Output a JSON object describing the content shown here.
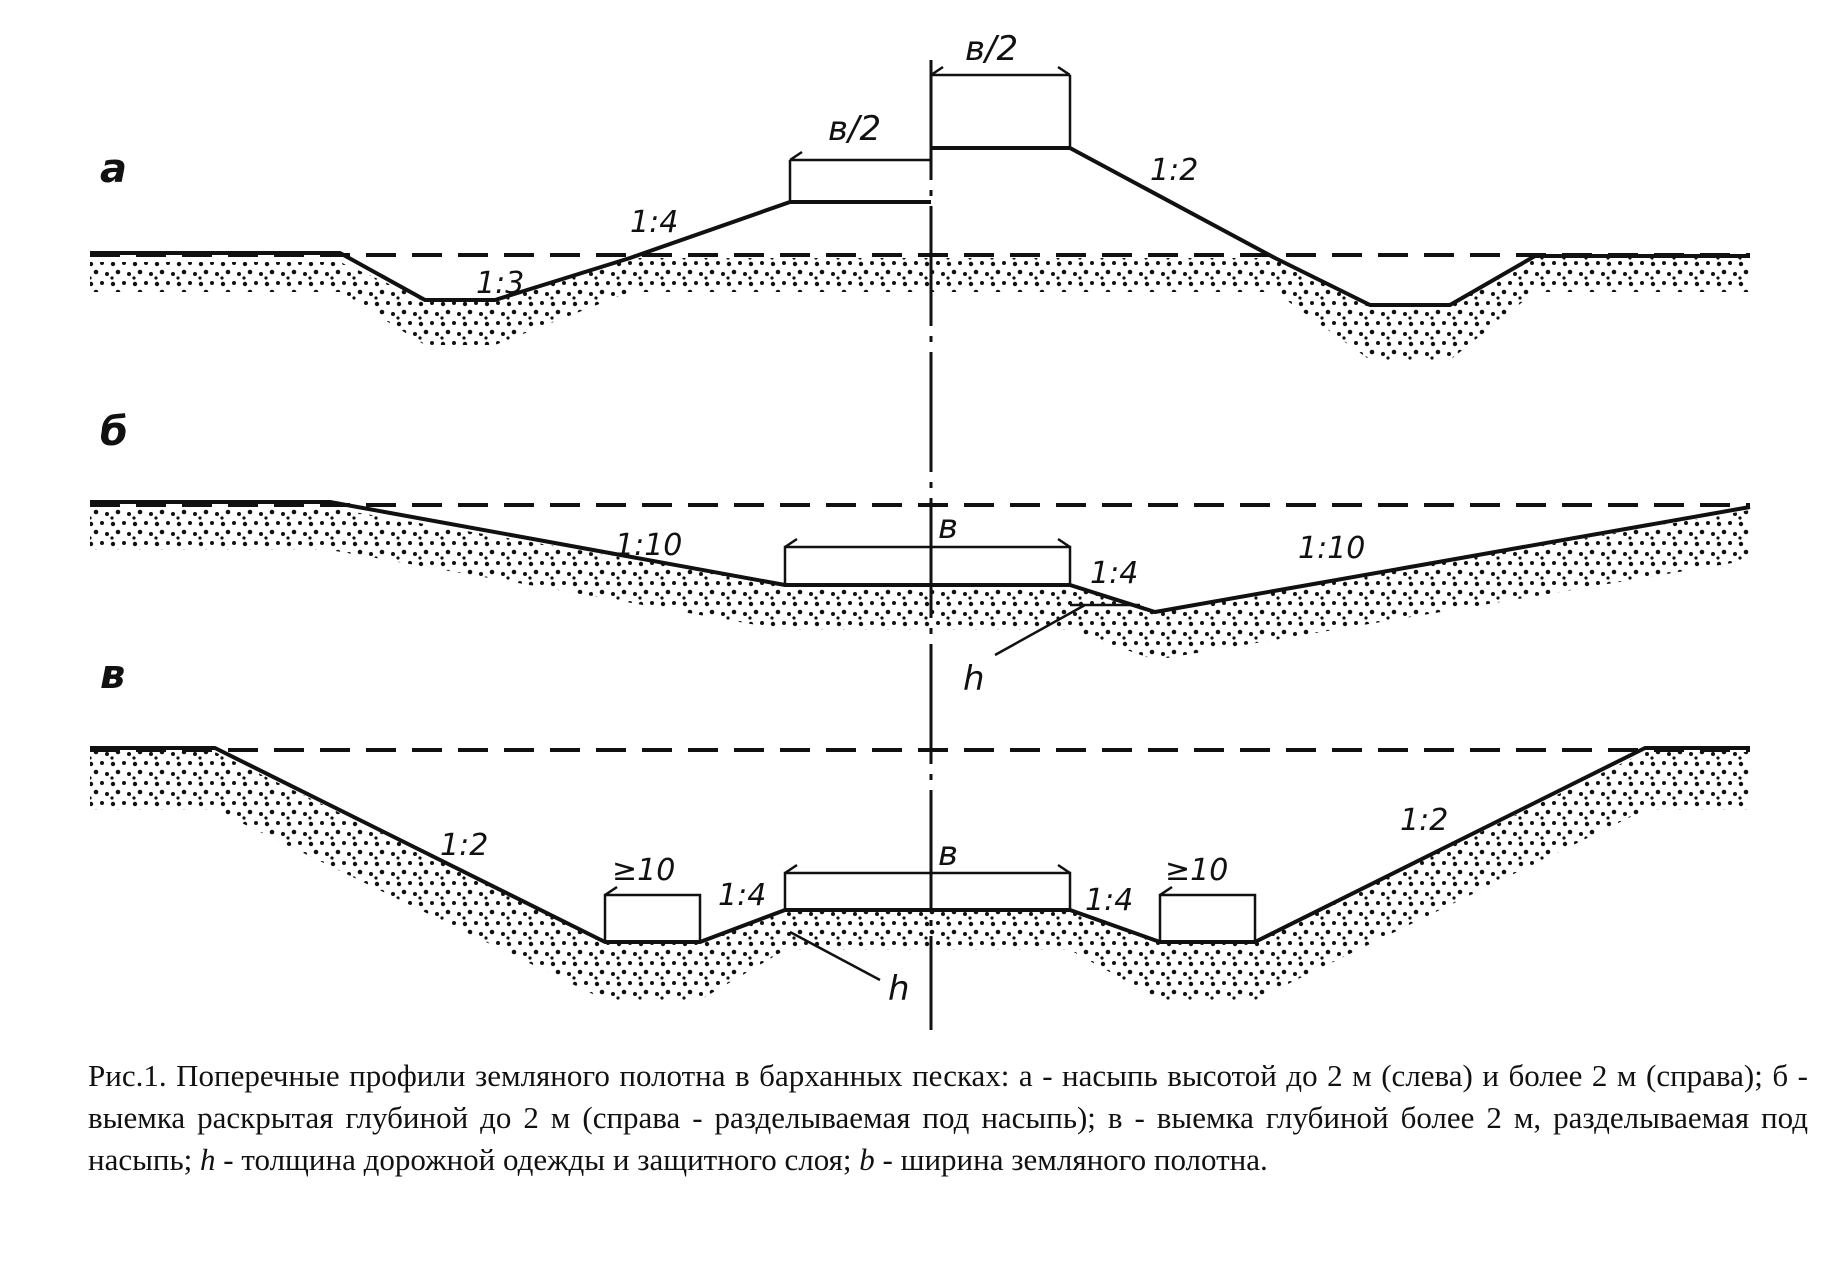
{
  "figure": {
    "sections": {
      "a": {
        "letter": "а",
        "dim_left": "в/2",
        "dim_right": "в/2",
        "slope_fill_left": "1:4",
        "slope_ditch_left": "1:3",
        "slope_fill_right": "1:2"
      },
      "b": {
        "letter": "б",
        "slope_left": "1:10",
        "dim_center": "в",
        "slope_shoulder": "1:4",
        "slope_right": "1:10",
        "h_label": "h"
      },
      "c": {
        "letter": "в",
        "slope_left": "1:2",
        "berm_left": "≥10",
        "slope_inner_left": "1:4",
        "dim_center": "в",
        "slope_inner_right": "1:4",
        "berm_right": "≥10",
        "slope_right": "1:2",
        "h_label": "h"
      }
    }
  },
  "caption": {
    "part1": "Рис.1. Поперечные профили земляного полотна в барханных песках: а - насыпь высотой до 2 м (слева) и более 2 м (справа); б - выемка раскрытая глубиной до 2 м (справа - разделываемая под насыпь); в - выемка глубиной более 2 м, разделываемая под насыпь; ",
    "h_symbol": "h",
    "part2": " - толщина дорожной одежды и защитного слоя; ",
    "b_symbol": "b",
    "part3": " - ширина земляного полотна."
  },
  "colors": {
    "ink": "#111111",
    "paper": "#ffffff"
  },
  "patterns": {
    "sand": "stipple-dots"
  }
}
